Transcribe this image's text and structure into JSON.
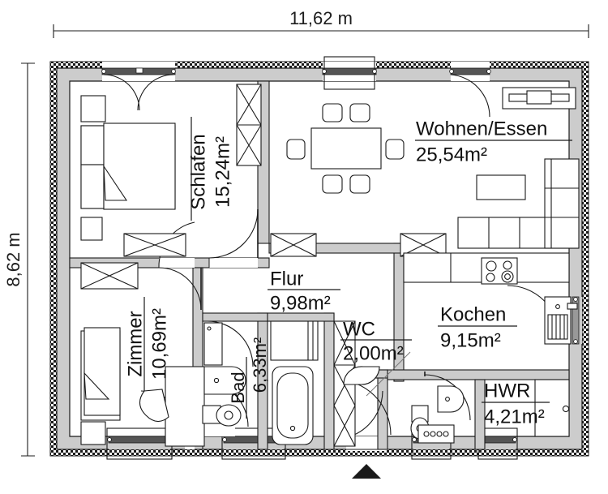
{
  "plan": {
    "title_hidden": "",
    "dimensions": {
      "width_label": "11,62 m",
      "height_label": "8,62 m"
    },
    "rooms": [
      {
        "id": "schlafen",
        "name": "Schlafen",
        "area": "15,24m²",
        "rotated": true
      },
      {
        "id": "wohnen-essen",
        "name": "Wohnen/Essen",
        "area": "25,54m²",
        "rotated": false
      },
      {
        "id": "flur",
        "name": "Flur",
        "area": "9,98m²",
        "rotated": false
      },
      {
        "id": "zimmer",
        "name": "Zimmer",
        "area": "10,69m²",
        "rotated": true
      },
      {
        "id": "bad",
        "name": "Bad",
        "area": "6,33m²",
        "rotated": true
      },
      {
        "id": "wc",
        "name": "WC",
        "area": "2,00m²",
        "rotated": false
      },
      {
        "id": "kochen",
        "name": "Kochen",
        "area": "9,15m²",
        "rotated": false
      },
      {
        "id": "hwr",
        "name": "HWR",
        "area": "4,21m²",
        "rotated": false
      }
    ],
    "markers": {
      "entrance_icon": "entrance-arrow-up"
    },
    "colors": {
      "wall_fill": "#cccccc",
      "wall_stroke": "#1a1a1a",
      "insulation_dark": "#1a1a1a",
      "insulation_light": "#ffffff",
      "line": "#2a2a2a",
      "paper": "#ffffff",
      "door_leaf": "#555555"
    }
  }
}
